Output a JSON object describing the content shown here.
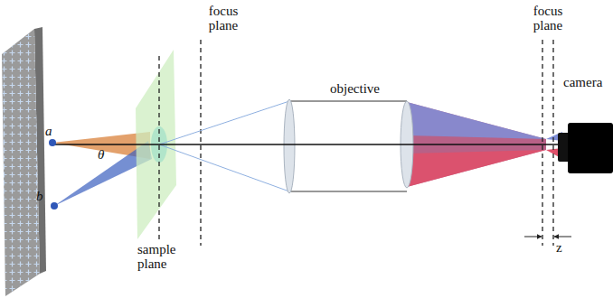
{
  "diagram": {
    "labels": [
      "focus plane",
      "focus plane",
      "objective",
      "camera",
      "a",
      "θ",
      "b",
      "sample plane",
      "z"
    ]
  }
}
